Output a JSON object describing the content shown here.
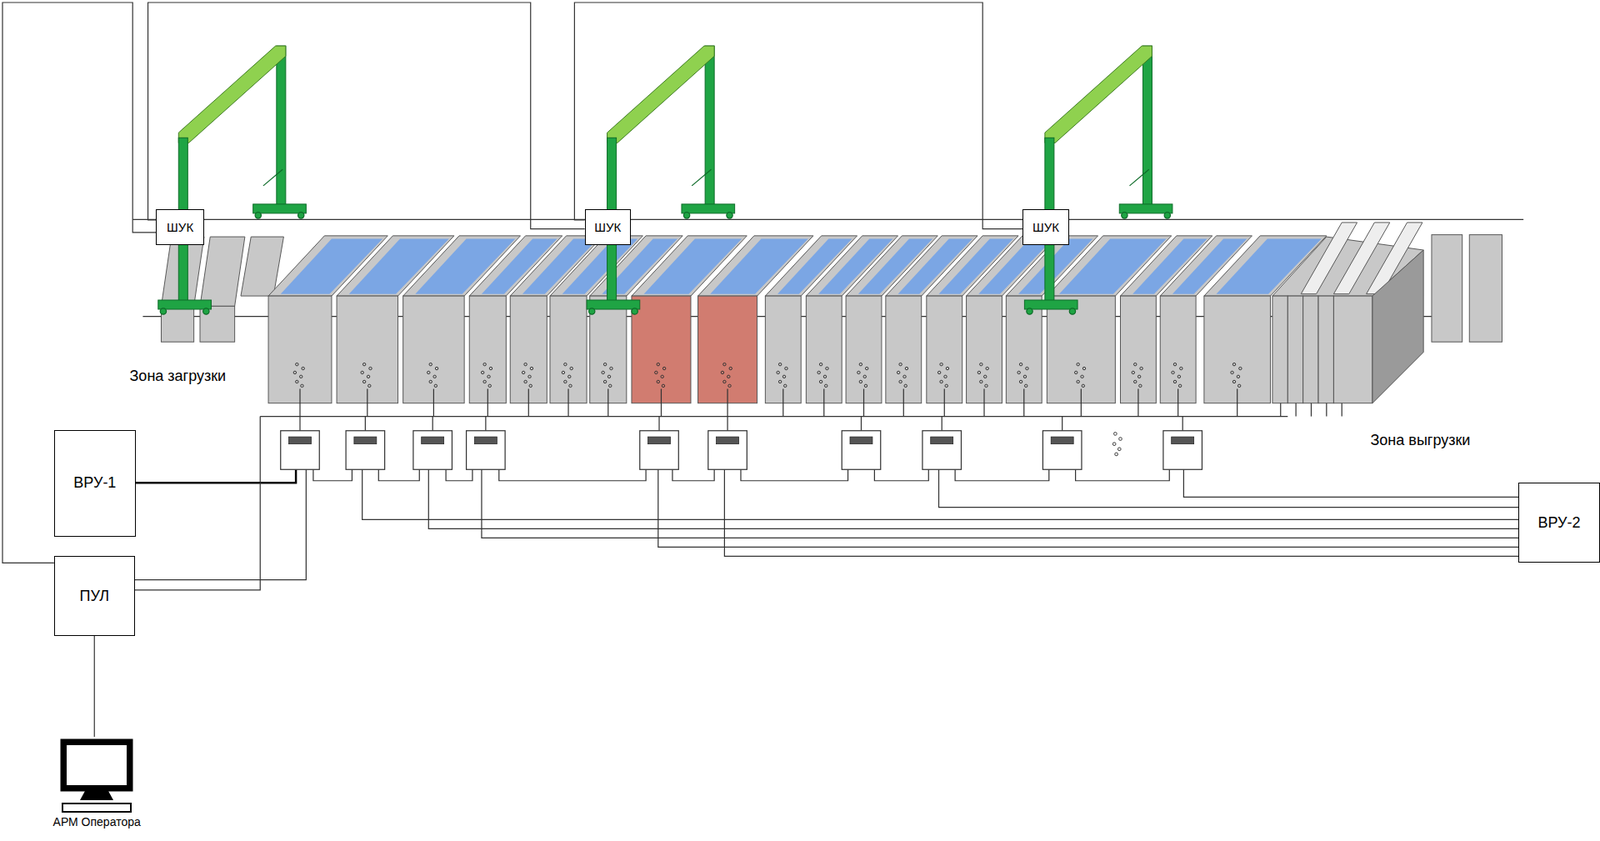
{
  "diagram": {
    "nodes": [
      {
        "text": [
          "ШУК"
        ]
      },
      {
        "text": [
          "ШУК"
        ]
      },
      {
        "text": [
          "ШУК"
        ]
      },
      {
        "text": [
          "ВРУ-1"
        ]
      },
      {
        "text": [
          "ВРУ-2"
        ]
      },
      {
        "text": [
          "ПУЛ"
        ]
      },
      {
        "text": [
          "АРМ Оператора"
        ]
      }
    ],
    "edges": [
      {
        "from": 5,
        "to": 0,
        "arrow": "none"
      },
      {
        "from": 0,
        "to": 1,
        "arrow": "none"
      },
      {
        "from": 1,
        "to": 2,
        "arrow": "none"
      },
      {
        "from": 5,
        "to": 6,
        "arrow": "none"
      }
    ],
    "labels": [
      "Зона загрузки",
      "Зона выгрузки"
    ]
  }
}
